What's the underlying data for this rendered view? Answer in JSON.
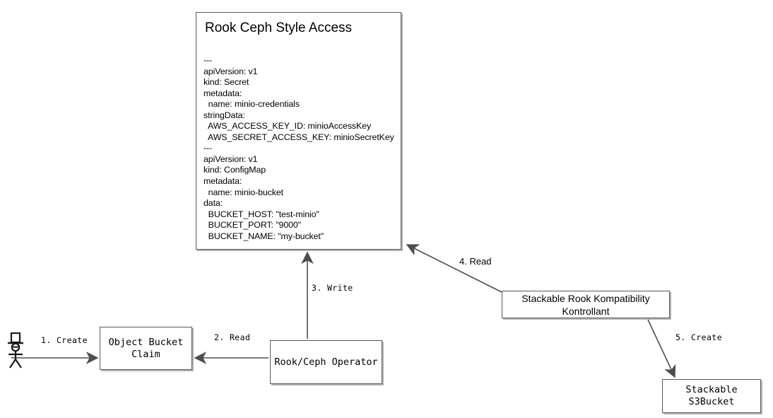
{
  "diagram": {
    "title": "Rook Ceph Style Access flow",
    "stroke_color": "#5a5a5a",
    "arrow_color": "#4d4d4d",
    "background": "#ffffff"
  },
  "yaml_panel": {
    "title": "Rook Ceph Style Access",
    "body": "---\napiVersion: v1\nkind: Secret\nmetadata:\n  name: minio-credentials\nstringData:\n  AWS_ACCESS_KEY_ID: minioAccessKey\n  AWS_SECRET_ACCESS_KEY: minioSecretKey\n---\napiVersion: v1\nkind: ConfigMap\nmetadata:\n  name: minio-bucket\ndata:\n  BUCKET_HOST: \"test-minio\"\n  BUCKET_PORT: \"9000\"\n  BUCKET_NAME: \"my-bucket\"",
    "lines": [
      "---",
      "apiVersion: v1",
      "kind: Secret",
      "metadata:",
      "  name: minio-credentials",
      "stringData:",
      "  AWS_ACCESS_KEY_ID: minioAccessKey",
      "  AWS_SECRET_ACCESS_KEY: minioSecretKey",
      "---",
      "apiVersion: v1",
      "kind: ConfigMap",
      "metadata:",
      "  name: minio-bucket",
      "data:",
      "  BUCKET_HOST: \"test-minio\"",
      "  BUCKET_PORT: \"9000\"",
      "  BUCKET_NAME: \"my-bucket\""
    ]
  },
  "nodes": {
    "actor": {
      "name": "actor-stick-figure-with-tophat"
    },
    "object_bucket_claim": {
      "label": "Object Bucket\nClaim"
    },
    "operator": {
      "label": "Rook/Ceph Operator"
    },
    "kontrollant": {
      "label": "Stackable Rook Kompatibility Kontrollant"
    },
    "s3bucket": {
      "label": "Stackable S3Bucket"
    }
  },
  "edges": [
    {
      "id": "1",
      "label": "1. Create",
      "from": "actor",
      "to": "object_bucket_claim"
    },
    {
      "id": "2",
      "label": "2. Read",
      "from": "operator",
      "to": "object_bucket_claim"
    },
    {
      "id": "3",
      "label": "3. Write",
      "from": "operator",
      "to": "yaml_panel"
    },
    {
      "id": "4",
      "label": "4. Read",
      "from": "kontrollant",
      "to": "yaml_panel"
    },
    {
      "id": "5",
      "label": "5. Create",
      "from": "kontrollant",
      "to": "s3bucket"
    }
  ]
}
